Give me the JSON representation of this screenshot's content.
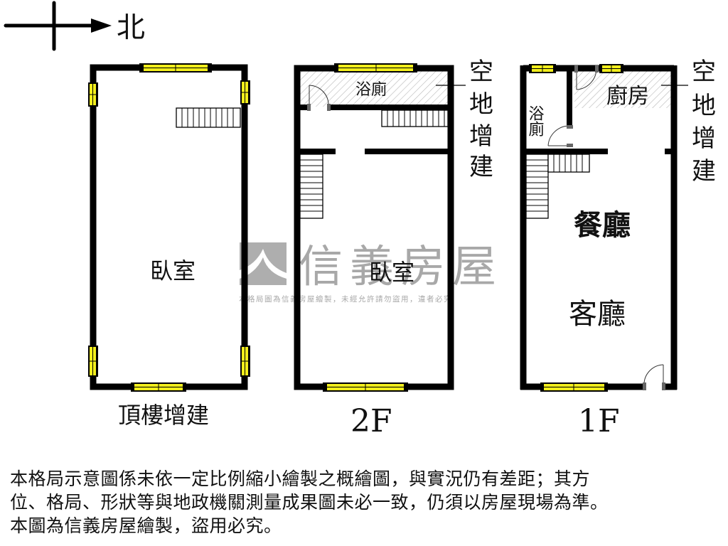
{
  "compass": {
    "direction_label": "北",
    "icon": "north-arrow-icon"
  },
  "floors": [
    {
      "id": "rooftop",
      "title": "頂樓增建",
      "rooms": [
        {
          "name": "臥室"
        }
      ],
      "features": [
        "staircase",
        "windows"
      ]
    },
    {
      "id": "2f",
      "title": "2F",
      "rooms": [
        {
          "name": "浴廁"
        },
        {
          "name": "臥室"
        }
      ],
      "annotation": {
        "text": [
          "空",
          "地",
          "增",
          "建"
        ]
      },
      "features": [
        "staircase",
        "door",
        "windows",
        "hatched-extension-area"
      ]
    },
    {
      "id": "1f",
      "title": "1F",
      "rooms": [
        {
          "name": "浴廁"
        },
        {
          "name": "廚房"
        },
        {
          "name": "餐廳"
        },
        {
          "name": "客廳"
        }
      ],
      "annotation": {
        "text": [
          "空",
          "地",
          "增",
          "建"
        ]
      },
      "features": [
        "staircase",
        "doors",
        "windows",
        "hatched-extension-area",
        "entrance-door"
      ]
    }
  ],
  "watermark": {
    "brand": "信義房屋",
    "subtext": "本格局圖為信義房屋繪製，未經允許請勿盜用，違者必究"
  },
  "disclaimer": {
    "lines": [
      "本格局示意圖係未依一定比例縮小繪製之概繪圖，與實況仍有差距；其方",
      "位、格局、形狀等與地政機關測量成果圖未必一致，仍須以房屋現場為準。",
      "本圖為信義房屋繪製，盜用必究。"
    ]
  },
  "colors": {
    "wall": "#000000",
    "window_fill": "#f2ee1c",
    "hatch": "#b8b8b8",
    "watermark": "#9a9a9a"
  }
}
